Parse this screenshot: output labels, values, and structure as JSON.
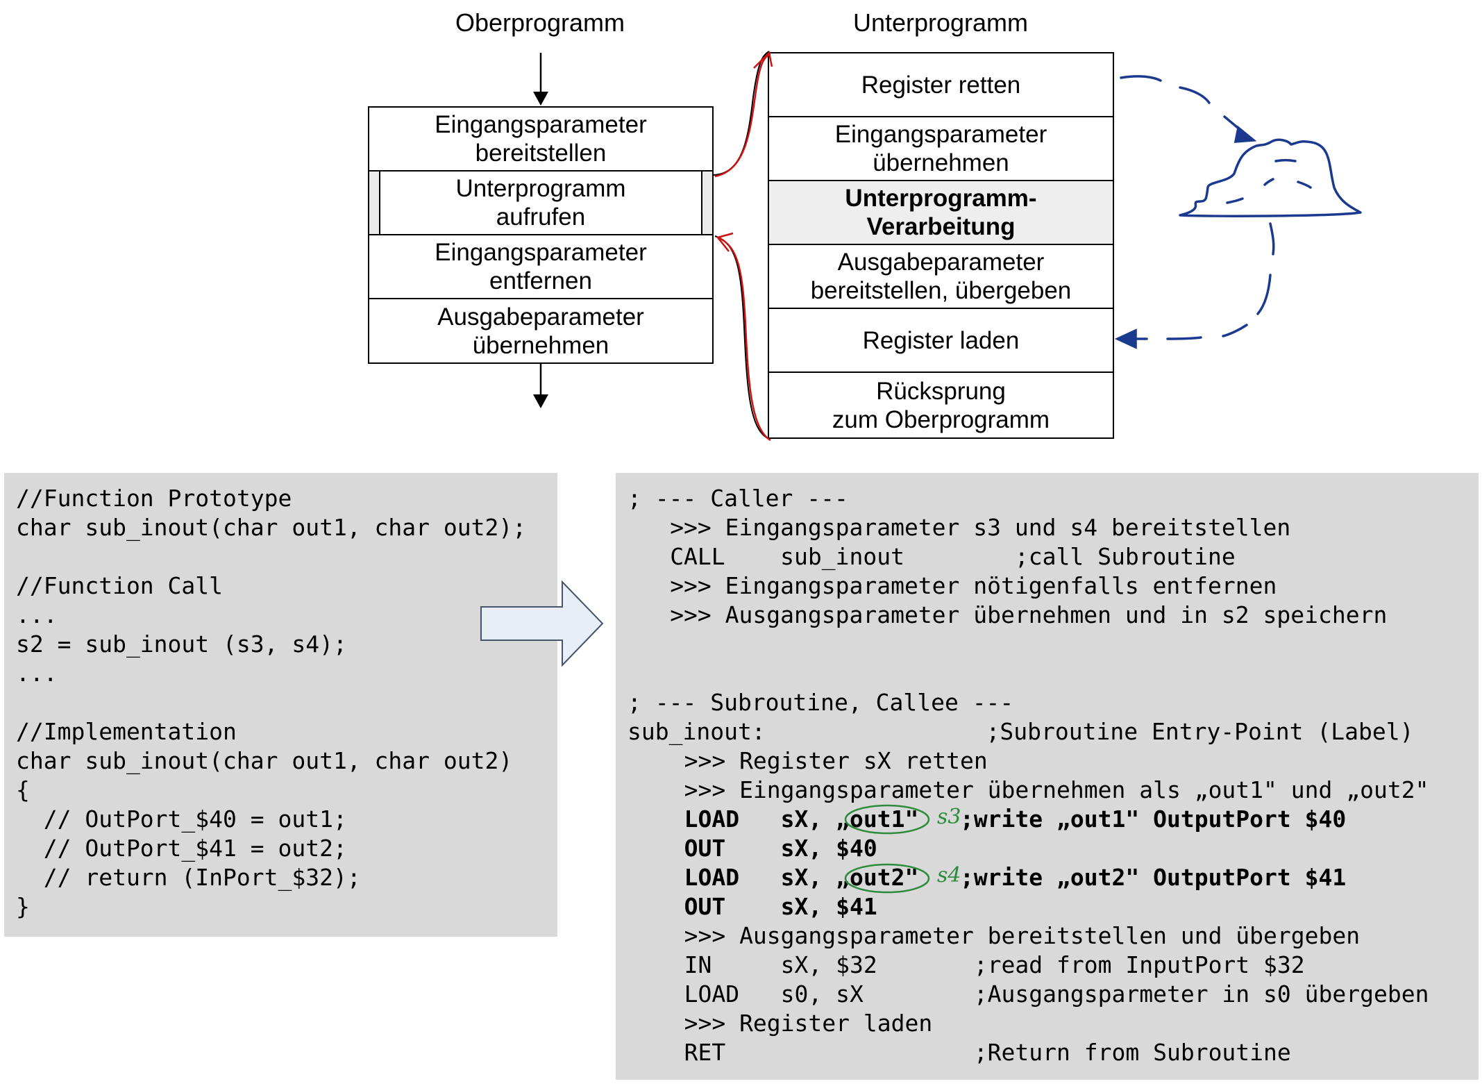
{
  "diagram": {
    "caller_title": "Oberprogramm",
    "callee_title": "Unterprogramm",
    "caller_steps": [
      {
        "label": "Eingangsparameter\nbereitstellen"
      },
      {
        "label": "Unterprogramm\naufrufen"
      },
      {
        "label": "Eingangsparameter\nentfernen"
      },
      {
        "label": "Ausgabeparameter\nübernehmen"
      }
    ],
    "callee_steps": [
      {
        "label": "Register retten"
      },
      {
        "label": "Eingangsparameter\nübernehmen"
      },
      {
        "label": "Unterprogramm-\nVerarbeitung"
      },
      {
        "label": "Ausgabeparameter\nbereitstellen, übergeben"
      },
      {
        "label": "Register laden"
      },
      {
        "label": "Rücksprung\nzum Oberprogramm"
      }
    ]
  },
  "c_code": {
    "lines": [
      "//Function Prototype",
      "char sub_inout(char out1, char out2);",
      "",
      "//Function Call",
      "...",
      "s2 = sub_inout (s3, s4);",
      "...",
      "",
      "//Implementation",
      "char sub_inout(char out1, char out2)",
      "{",
      "  // OutPort_$40 = out1;",
      "  // OutPort_$41 = out2;",
      "  // return (InPort_$32);",
      "}"
    ]
  },
  "asm_code": {
    "lines": [
      {
        "indent": 0,
        "text": "; --- Caller ---"
      },
      {
        "indent": 3,
        "text": ">>> Eingangsparameter s3 und s4 bereitstellen"
      },
      {
        "indent": 3,
        "text": "CALL    sub_inout        ;call Subroutine"
      },
      {
        "indent": 3,
        "text": ">>> Eingangsparameter nötigenfalls entfernen"
      },
      {
        "indent": 3,
        "text": ">>> Ausgangsparameter übernehmen und in s2 speichern"
      },
      {
        "indent": 0,
        "text": ""
      },
      {
        "indent": 0,
        "text": ""
      },
      {
        "indent": 0,
        "text": "; --- Subroutine, Callee ---"
      },
      {
        "indent": 0,
        "text": "sub_inout:                ;Subroutine Entry-Point (Label)"
      },
      {
        "indent": 4,
        "text": ">>> Register sX retten"
      },
      {
        "indent": 4,
        "text": ">>> Eingangsparameter übernehmen als „out1\" und „out2\""
      },
      {
        "indent": 4,
        "text": "LOAD   sX, „out1\"   ;write „out1\" OutputPort $40",
        "bold": true
      },
      {
        "indent": 4,
        "text": "OUT    sX, $40",
        "bold": true
      },
      {
        "indent": 4,
        "text": "LOAD   sX, „out2\"   ;write „out2\" OutputPort $41",
        "bold": true
      },
      {
        "indent": 4,
        "text": "OUT    sX, $41",
        "bold": true
      },
      {
        "indent": 4,
        "text": ">>> Ausgangsparameter bereitstellen und übergeben"
      },
      {
        "indent": 4,
        "text": "IN     sX, $32       ;read from InputPort $32"
      },
      {
        "indent": 4,
        "text": "LOAD   s0, sX        ;Ausgangsparmeter in s0 übergeben"
      },
      {
        "indent": 4,
        "text": ">>> Register laden"
      },
      {
        "indent": 4,
        "text": "RET                  ;Return from Subroutine"
      }
    ],
    "annotations": [
      "s3",
      "s4"
    ]
  },
  "colors": {
    "panel_bg": "#d9d9d9",
    "call_link": "#cc1111",
    "save_loop": "#1b3a8f",
    "handwriting_green": "#2e8b3d",
    "translate_arrow": "#e8eef6"
  }
}
